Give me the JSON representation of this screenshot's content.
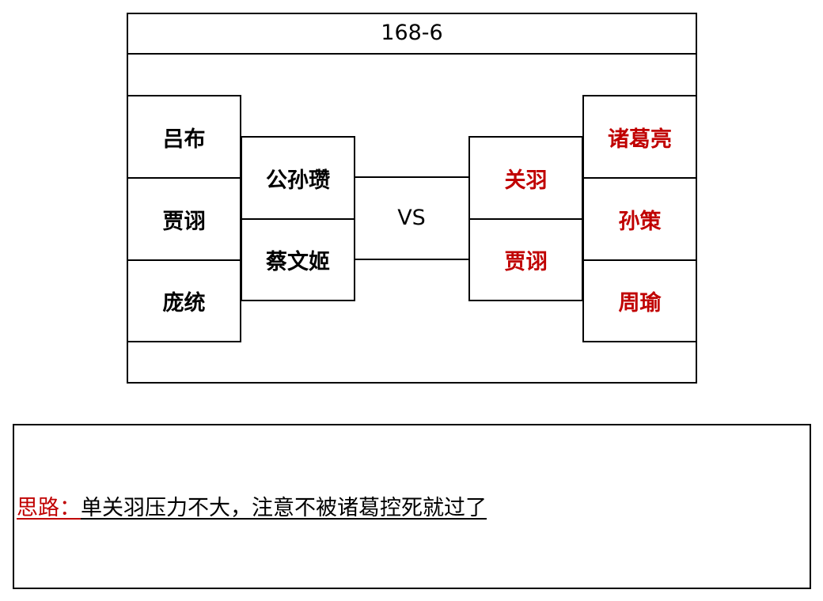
{
  "title": "168-6",
  "vs_label": "VS",
  "left_outer": [
    "吕布",
    "贾诩",
    "庞统"
  ],
  "left_inner": [
    "公孙瓒",
    "蔡文姬"
  ],
  "right_inner": [
    "关羽",
    "贾诩"
  ],
  "right_outer": [
    "诸葛亮",
    "孙策",
    "周瑜"
  ],
  "colors": {
    "enemy_text": "#c00000",
    "ally_text": "#000000",
    "note_label": "#c00000"
  },
  "note": {
    "label": "思路：",
    "text": "单关羽压力不大，注意不被诸葛控死就过了"
  }
}
